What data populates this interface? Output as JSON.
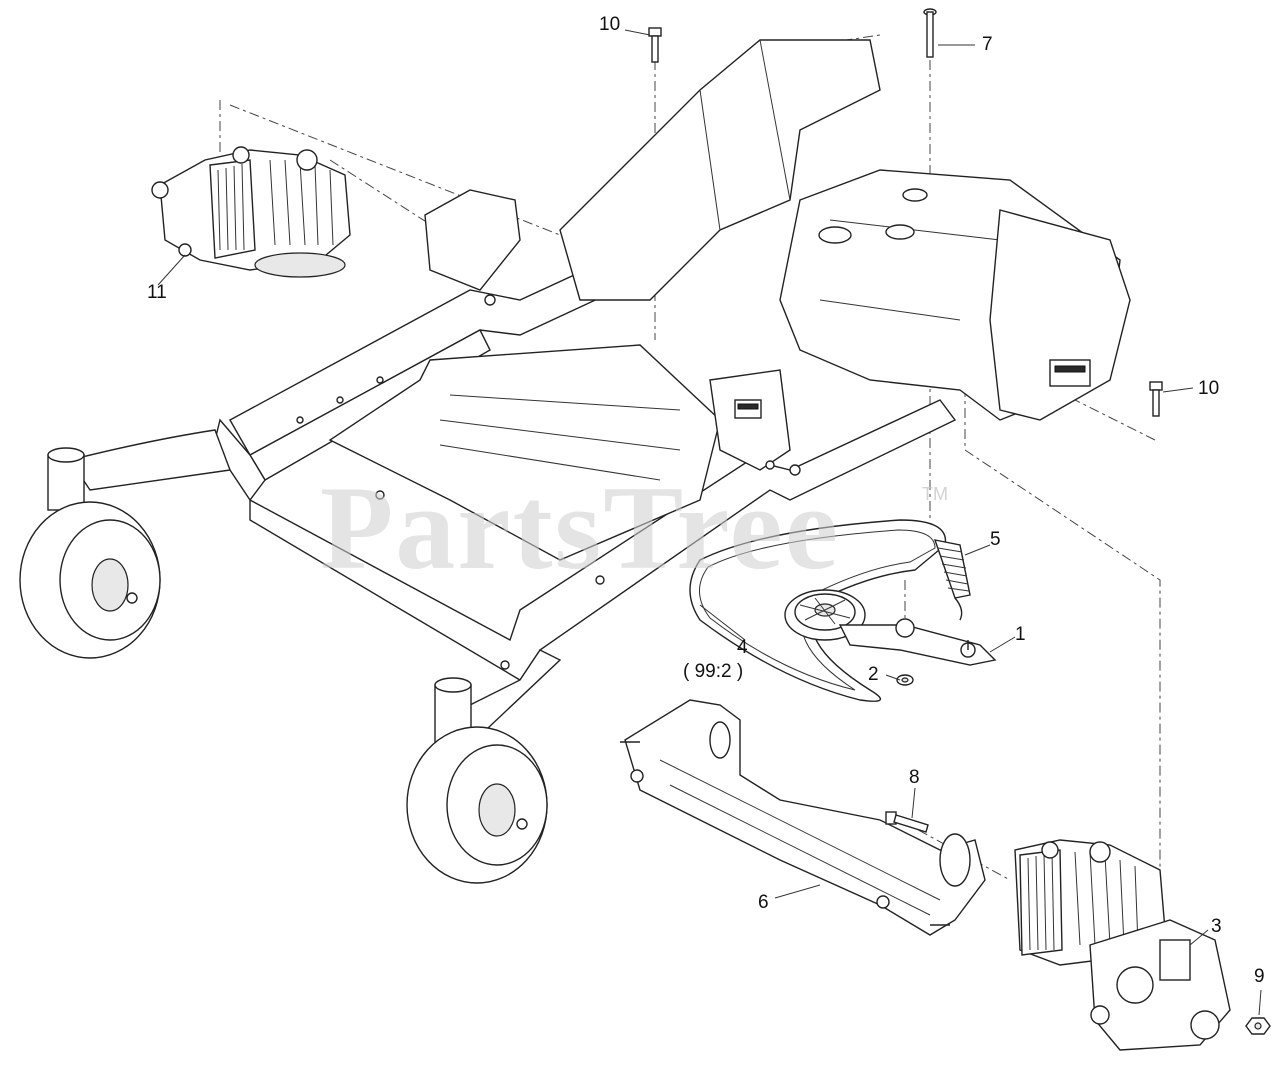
{
  "watermark": {
    "text": "PartsTree",
    "trademark": "TM"
  },
  "callouts": [
    {
      "id": "c10a",
      "label": "10"
    },
    {
      "id": "c7",
      "label": "7"
    },
    {
      "id": "c11",
      "label": "11"
    },
    {
      "id": "c10b",
      "label": "10"
    },
    {
      "id": "c5",
      "label": "5"
    },
    {
      "id": "c1",
      "label": "1"
    },
    {
      "id": "c4",
      "label": "4"
    },
    {
      "id": "c4sub",
      "label": "( 99:2 )"
    },
    {
      "id": "c2",
      "label": "2"
    },
    {
      "id": "c8",
      "label": "8"
    },
    {
      "id": "c6",
      "label": "6"
    },
    {
      "id": "c3",
      "label": "3"
    },
    {
      "id": "c9",
      "label": "9"
    }
  ]
}
